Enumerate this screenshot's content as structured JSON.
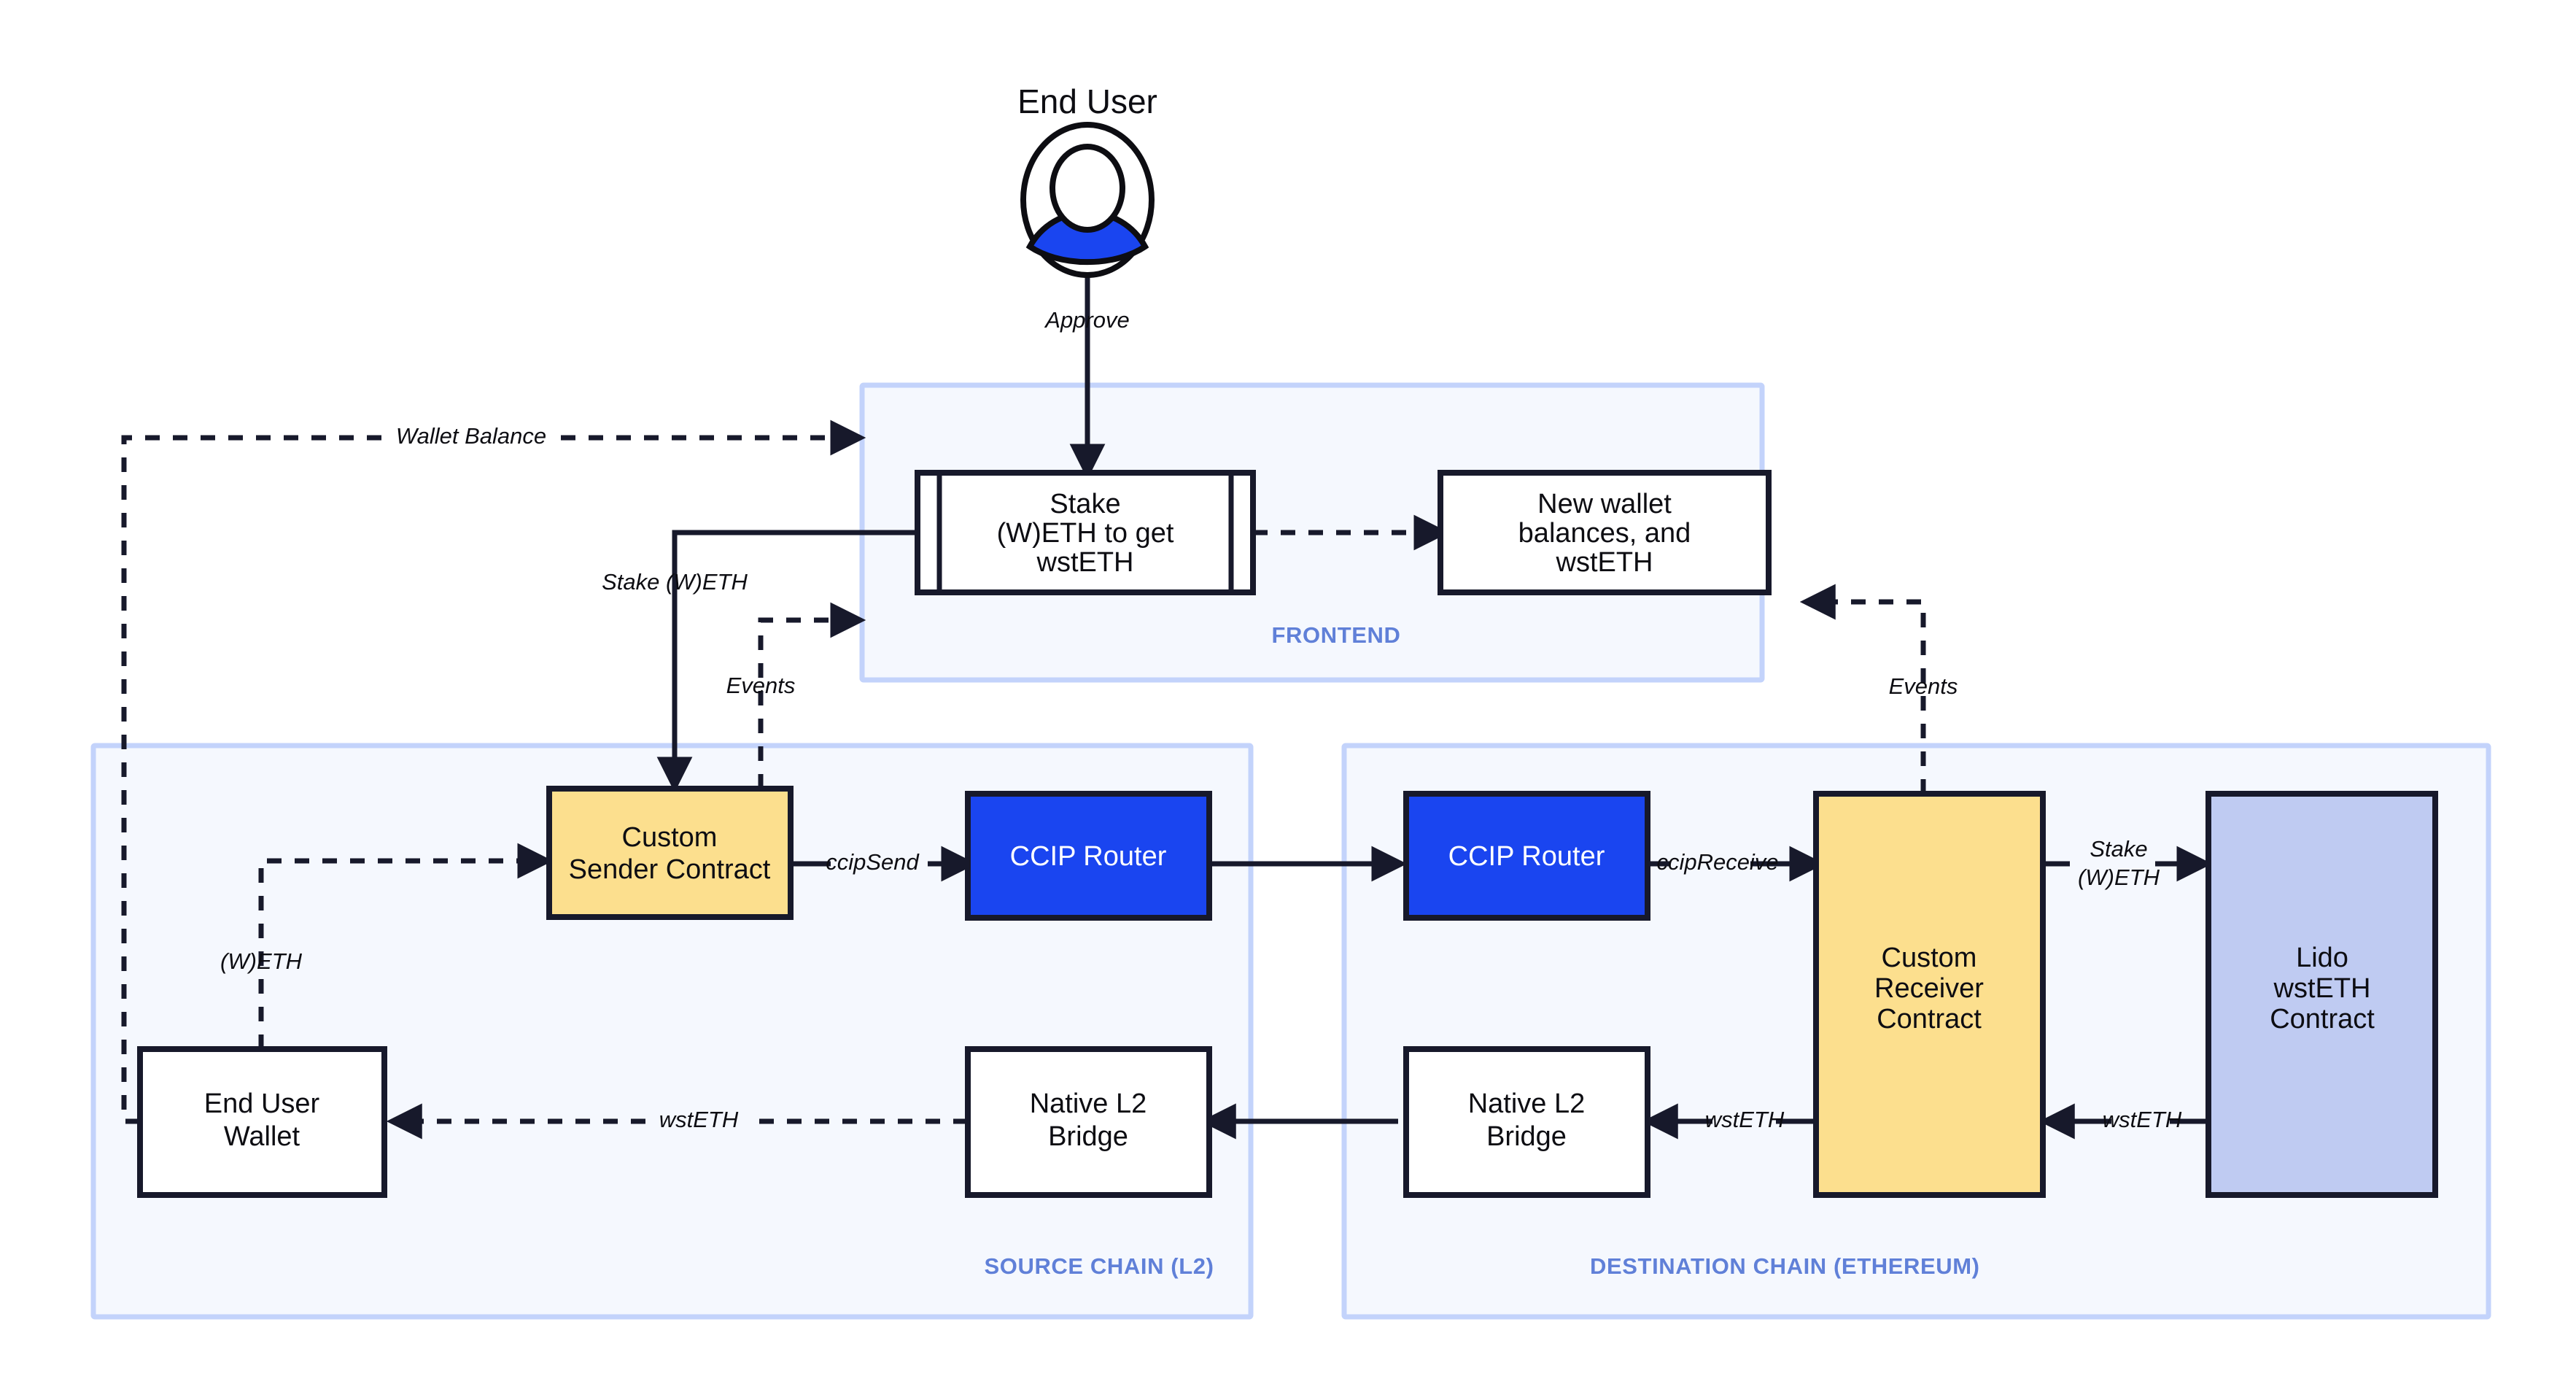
{
  "diagram": {
    "title": "End User",
    "actor_icon": "user-avatar-icon",
    "zones": [
      {
        "id": "frontend",
        "label": "FRONTEND"
      },
      {
        "id": "source",
        "label": "SOURCE CHAIN (L2)"
      },
      {
        "id": "destination",
        "label": "DESTINATION CHAIN (ETHEREUM)"
      }
    ],
    "nodes": {
      "stake_form": {
        "line1": "Stake",
        "line2": "(W)ETH to get",
        "line3": "wstETH",
        "shape": "predefined-process",
        "fill": "#ffffff"
      },
      "new_balances": {
        "line1": "New wallet",
        "line2": "balances, and",
        "line3": "wstETH",
        "shape": "rect",
        "fill": "#ffffff"
      },
      "sender_contract": {
        "line1": "Custom",
        "line2": "Sender Contract",
        "shape": "rect",
        "fill": "#fcdf8e"
      },
      "router_source": {
        "line1": "CCIP Router",
        "shape": "rect",
        "fill": "#1a45f0"
      },
      "router_dest": {
        "line1": "CCIP Router",
        "shape": "rect",
        "fill": "#1a45f0"
      },
      "receiver_contract": {
        "line1": "Custom",
        "line2": "Receiver",
        "line3": "Contract",
        "shape": "rect",
        "fill": "#fcdf8e"
      },
      "lido_contract": {
        "line1": "Lido",
        "line2": "wstETH",
        "line3": "Contract",
        "shape": "rect",
        "fill": "#bfcbf2"
      },
      "user_wallet": {
        "line1": "End User",
        "line2": "Wallet",
        "shape": "rect",
        "fill": "#ffffff"
      },
      "bridge_source": {
        "line1": "Native L2",
        "line2": "Bridge",
        "shape": "rect",
        "fill": "#ffffff"
      },
      "bridge_dest": {
        "line1": "Native L2",
        "line2": "Bridge",
        "shape": "rect",
        "fill": "#ffffff"
      }
    },
    "edges": {
      "approve": "Approve",
      "wallet_balance": "Wallet Balance",
      "stake_weth": "Stake (W)ETH",
      "events_source": "Events",
      "events_dest": "Events",
      "weth": "(W)ETH",
      "ccip_send": "ccipSend",
      "ccip_receive": "ccipReceive",
      "stake_weth_dest_line1": "Stake",
      "stake_weth_dest_line2": "(W)ETH",
      "wst_eth_lido": "wstETH",
      "wst_eth_bridge": "wstETH",
      "wst_eth_wallet": "wstETH"
    },
    "colors": {
      "zone_fill": "#f5f8fe",
      "zone_stroke": "#c3d3fb",
      "zone_label": "#6080d8",
      "accent_yellow": "#fcdf8e",
      "accent_blue": "#1a45f0",
      "accent_lavender": "#bfcbf2",
      "stroke_dark": "#17192b"
    }
  }
}
